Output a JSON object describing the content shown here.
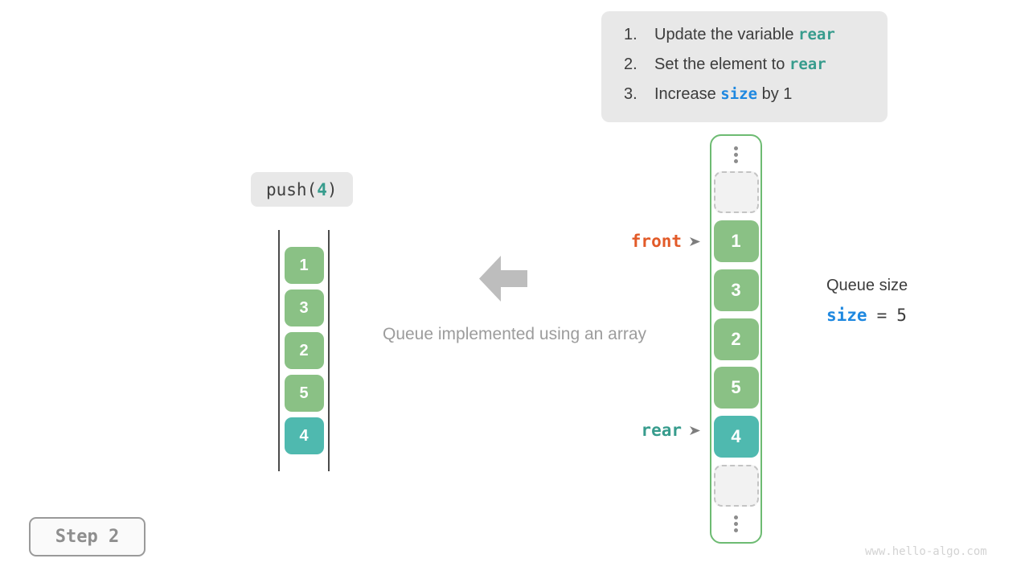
{
  "instructions": {
    "items": [
      {
        "num": "1.",
        "before": "Update the variable ",
        "code": "rear",
        "after": "",
        "code_style": "teal"
      },
      {
        "num": "2.",
        "before": "Set the element to ",
        "code": "rear",
        "after": "",
        "code_style": "teal"
      },
      {
        "num": "3.",
        "before": "Increase ",
        "code": "size",
        "after": " by 1",
        "code_style": "blue"
      }
    ]
  },
  "push_chip": {
    "prefix": "push(",
    "arg": "4",
    "suffix": ")"
  },
  "left_queue": {
    "cells": [
      {
        "value": "1",
        "variant": "green"
      },
      {
        "value": "3",
        "variant": "green"
      },
      {
        "value": "2",
        "variant": "green"
      },
      {
        "value": "5",
        "variant": "green"
      },
      {
        "value": "4",
        "variant": "teal"
      }
    ]
  },
  "caption": {
    "text": "Queue implemented using an array"
  },
  "array_panel": {
    "cells": [
      {
        "value": "1",
        "variant": "green"
      },
      {
        "value": "3",
        "variant": "green"
      },
      {
        "value": "2",
        "variant": "green"
      },
      {
        "value": "5",
        "variant": "green"
      },
      {
        "value": "4",
        "variant": "teal"
      }
    ]
  },
  "pointers": {
    "front": {
      "label": "front"
    },
    "rear": {
      "label": "rear"
    }
  },
  "queue_size": {
    "title": "Queue size",
    "var": "size",
    "eq": "=",
    "value": "5"
  },
  "step": {
    "label": "Step 2"
  },
  "watermark": {
    "text": "www.hello-algo.com"
  },
  "colors": {
    "cell_green": "#8ac185",
    "cell_teal": "#4fb9af",
    "panel_border_green": "#6dbb72",
    "code_teal": "#379c8d",
    "code_blue": "#1e88e0",
    "front_orange": "#e25a28",
    "chip_gray": "#e8e8e8",
    "muted_text": "#9c9c9c"
  }
}
